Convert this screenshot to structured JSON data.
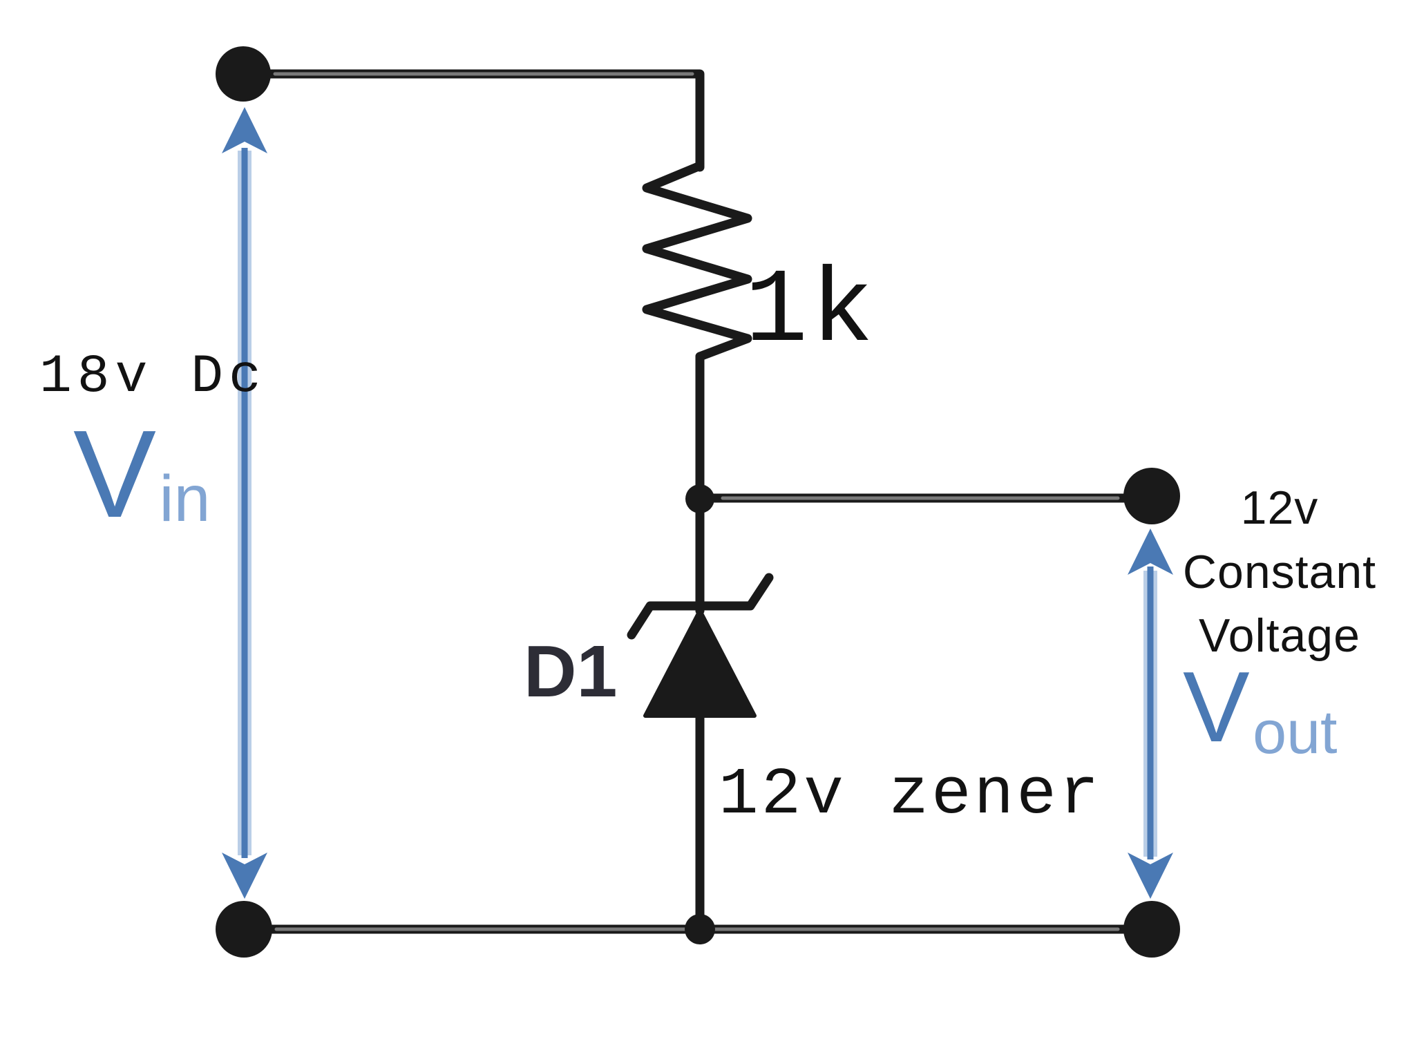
{
  "colors": {
    "ink": "#1a1a1a",
    "wire_core": "#7a7a7a",
    "label": "#121212",
    "designator": "#2d2d36",
    "accent": "#4a79b4",
    "accent_light": "#82a5d3"
  },
  "labels": {
    "source_voltage": "18v Dc",
    "vin_symbol": "V",
    "vin_subscript": "in",
    "resistor_value": "1k",
    "diode_designator": "D1",
    "diode_rating": "12v zener",
    "output_line1": "12v",
    "output_line2": "Constant",
    "output_line3": "Voltage",
    "vout_symbol": "V",
    "vout_subscript": "out"
  }
}
